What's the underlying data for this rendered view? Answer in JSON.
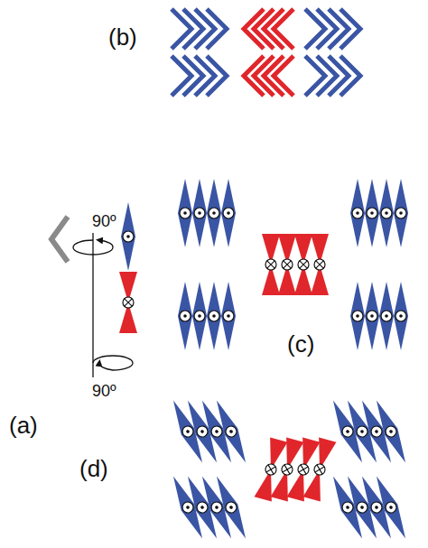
{
  "diagram": {
    "labels": [
      "(b)",
      "90º",
      "(c)",
      "90º",
      "(a)",
      "(d)"
    ]
  }
}
